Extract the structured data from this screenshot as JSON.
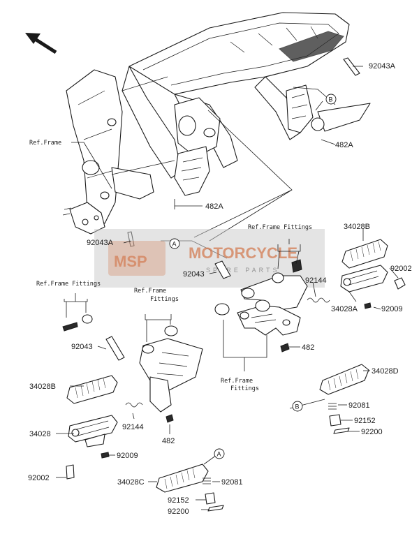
{
  "labels": {
    "ref_frame": "Ref.Frame",
    "p92043A_top": "92043A",
    "p482A_top": "482A",
    "p482A_mid": "482A",
    "p92043A_left": "92043A",
    "ref_frame_fittings_1": "Ref.Frame Fittings",
    "p34028B_r": "34028B",
    "p92002_r": "92002",
    "p92043_mid": "92043",
    "p92144_r": "92144",
    "p34028A": "34028A",
    "p92009_r": "92009",
    "ref_frame_fittings_2": "Ref.Frame Fittings",
    "ref_frame_fittings_3_line1": "Ref.Frame",
    "ref_frame_fittings_3_line2": "Fittings",
    "p482_r": "482",
    "p92043_left": "92043",
    "ref_frame_fittings_4_line1": "Ref.Frame",
    "ref_frame_fittings_4_line2": "Fittings",
    "p34028D": "34028D",
    "p34028B_l": "34028B",
    "p92144_l": "92144",
    "p34028": "34028",
    "p482_l": "482",
    "p92081_r": "92081",
    "p92152_r": "92152",
    "p92200_r": "92200",
    "p92009_l": "92009",
    "p92002_l": "92002",
    "p34028C": "34028C",
    "p92081_l": "92081",
    "p92152_l": "92152",
    "p92200_l": "92200"
  },
  "markers": {
    "a_upper": "A",
    "a_lower": "A",
    "b_upper": "B",
    "b_lower": "B"
  },
  "watermark": {
    "logo": "MSP",
    "title": "MOTORCYCLE",
    "subtitle": "SPARE PARTS"
  },
  "colors": {
    "ink": "#1a1a1a",
    "watermark_orange": "#d07a52",
    "watermark_gray": "#c8c8c8"
  },
  "icons": {
    "direction_arrow": "front-direction-arrow-icon"
  }
}
